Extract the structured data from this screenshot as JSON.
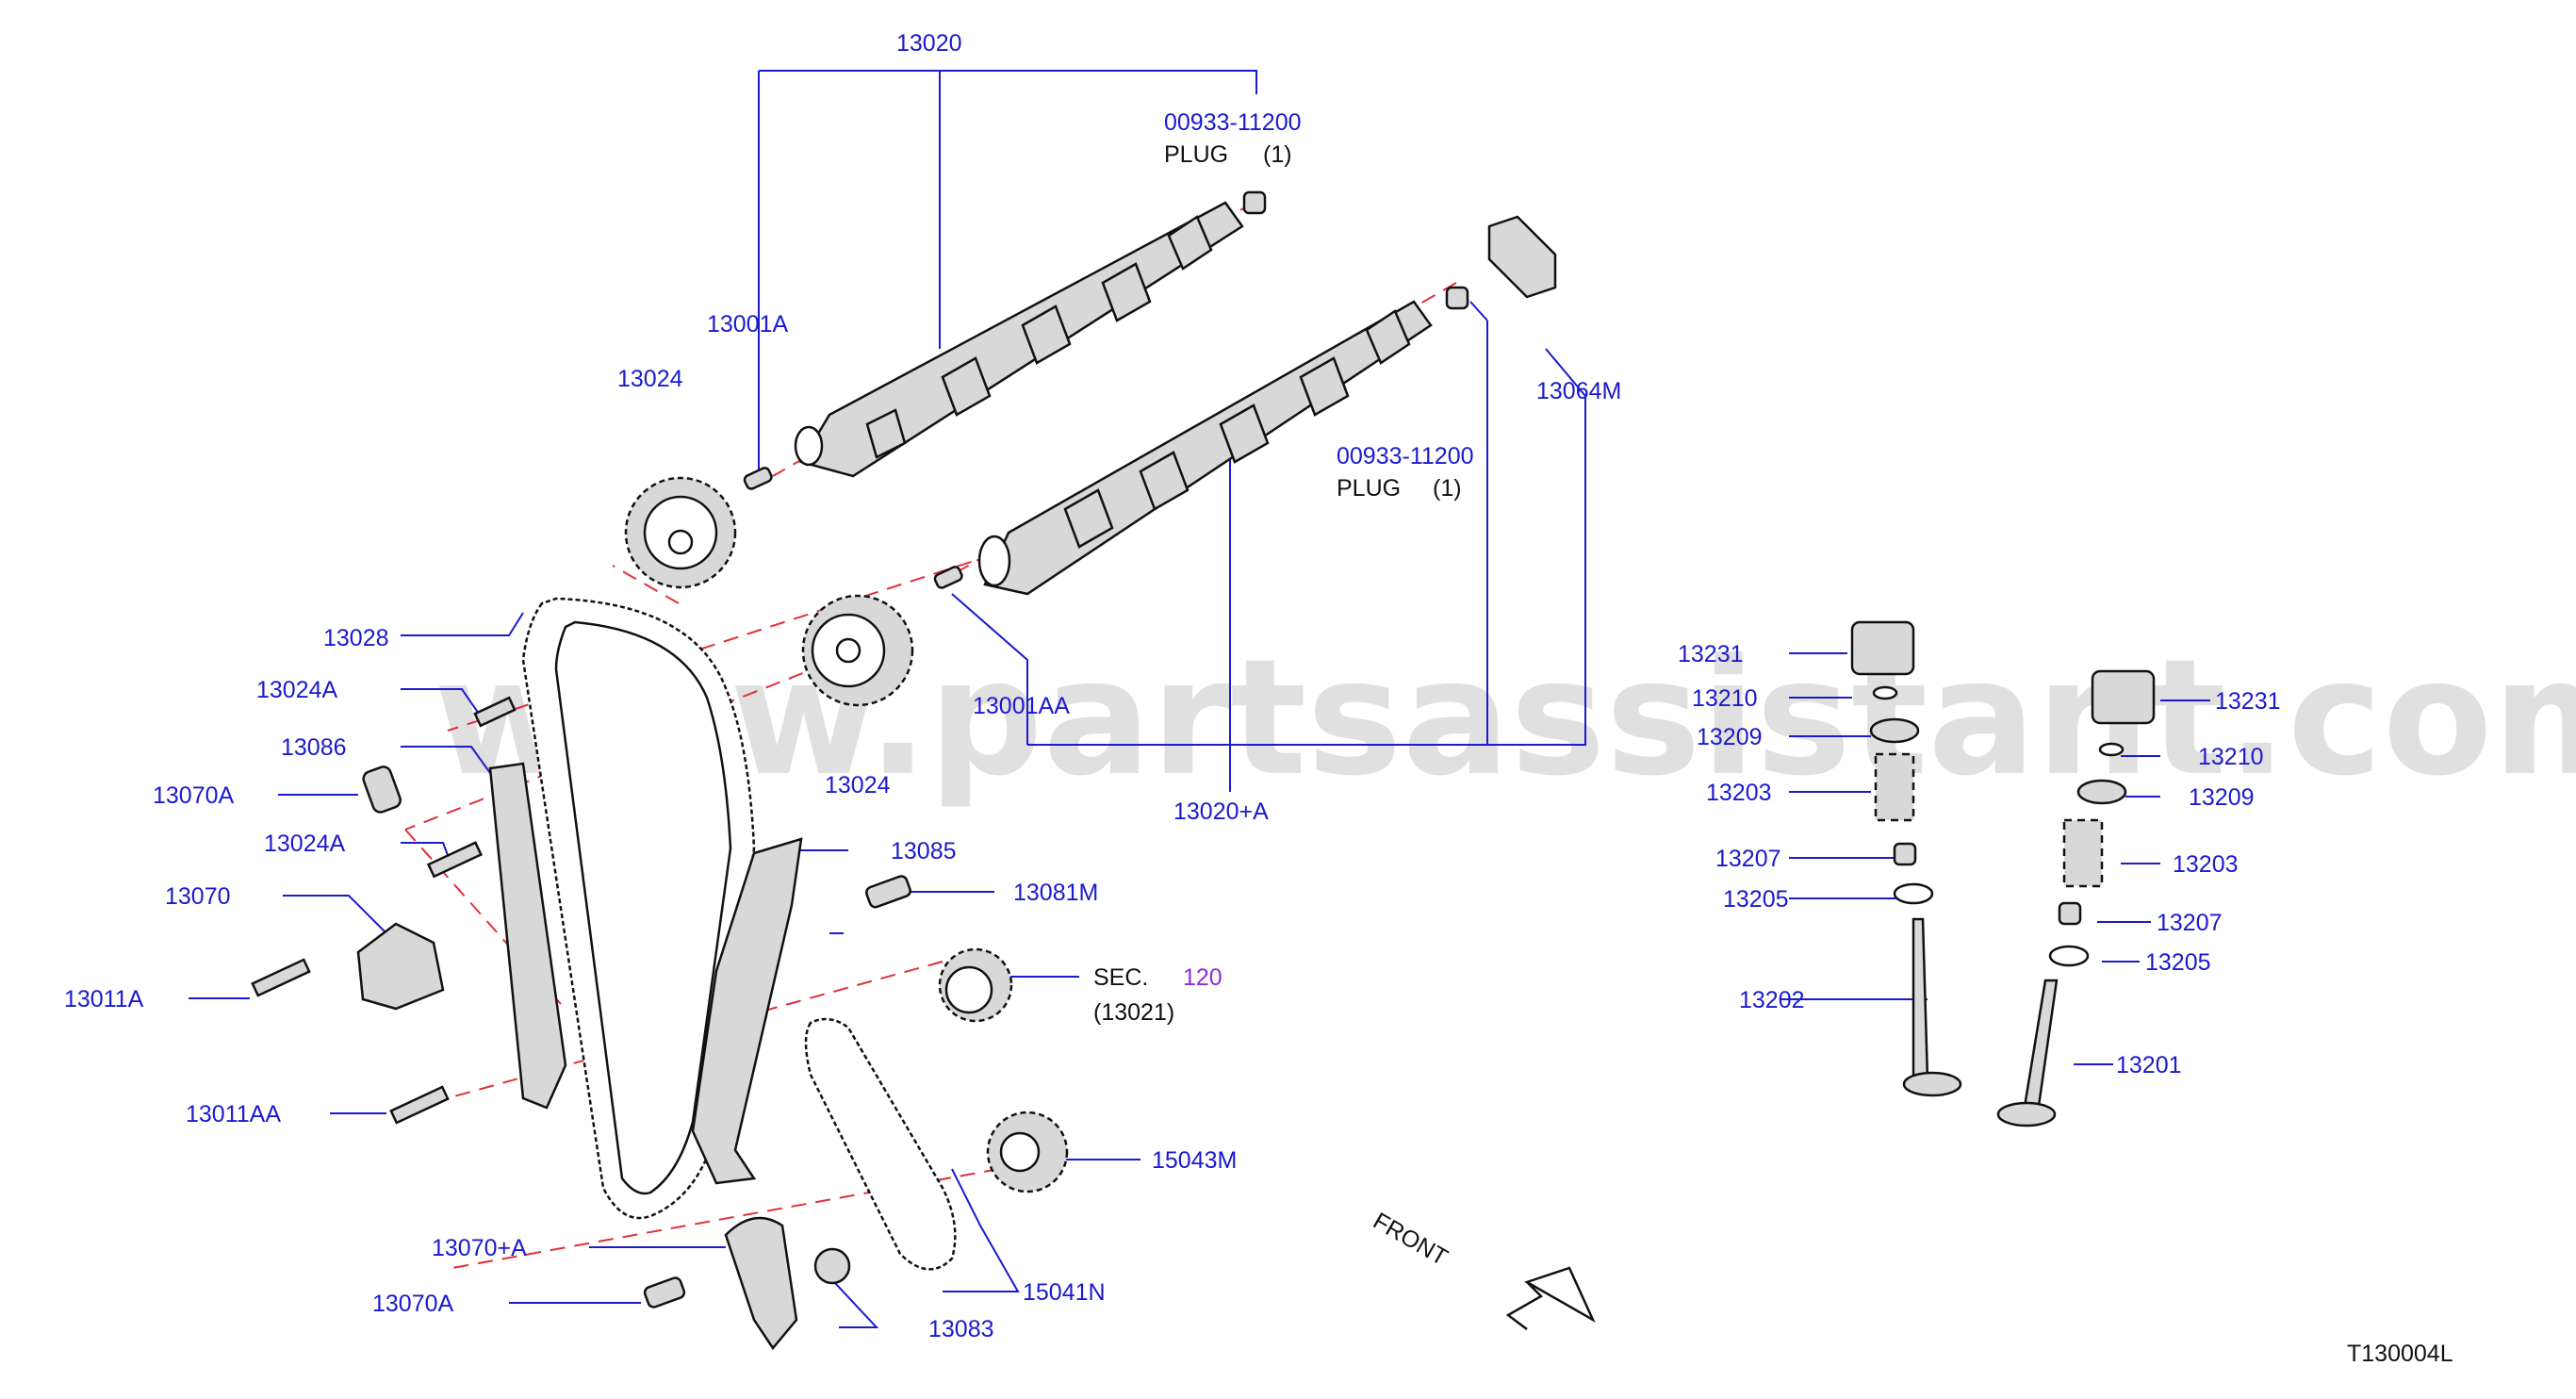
{
  "watermark": "www.partsassistant.com",
  "diagram_id": "T130004L",
  "front_label": "FRONT",
  "callouts": {
    "c13020": "13020",
    "c00933_top": "00933-11200",
    "plug_top": "PLUG",
    "plug_top_qty": "(1)",
    "c13001A": "13001A",
    "c13024_top": "13024",
    "c00933_mid": "00933-11200",
    "plug_mid": "PLUG",
    "plug_mid_qty": "(1)",
    "c13064M": "13064M",
    "c13028": "13028",
    "c13024A_1": "13024A",
    "c13086": "13086",
    "c13070A_1": "13070A",
    "c13001AA": "13001AA",
    "c13024_bot": "13024",
    "c13020A": "13020+A",
    "c13024A_2": "13024A",
    "c13085": "13085",
    "c13070": "13070",
    "c13081M": "13081M",
    "c13011A": "13011A",
    "sec": "SEC.",
    "sec_num": "120",
    "sec_sub": "(13021)",
    "c13011AA": "13011AA",
    "c15043M": "15043M",
    "c13070plusA": "13070+A",
    "c15041N": "15041N",
    "c13070A_2": "13070A",
    "c13083": "13083",
    "c13231_l": "13231",
    "c13210_l": "13210",
    "c13209_l": "13209",
    "c13203_l": "13203",
    "c13207_l": "13207",
    "c13205_l": "13205",
    "c13202": "13202",
    "c13231_r": "13231",
    "c13210_r": "13210",
    "c13209_r": "13209",
    "c13203_r": "13203",
    "c13207_r": "13207",
    "c13205_r": "13205",
    "c13201": "13201"
  },
  "colors": {
    "callout": "#1a1ad0",
    "section_link": "#8a2be2",
    "centerline": "#e0303a"
  }
}
